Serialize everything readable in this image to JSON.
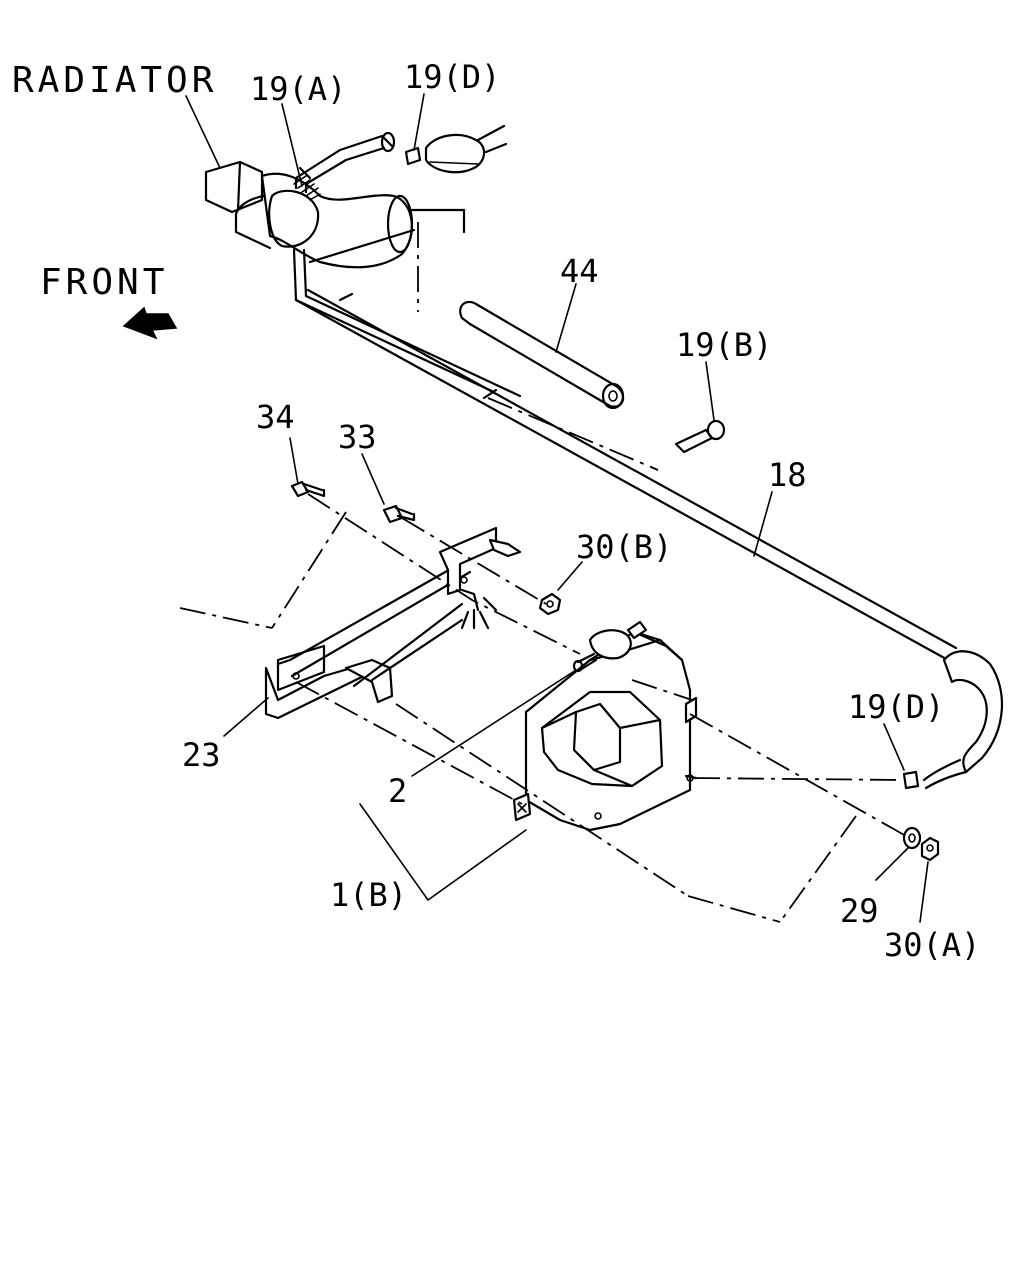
{
  "labels": {
    "radiator": "RADIATOR",
    "front": "FRONT",
    "p19a": "19(A)",
    "p19d_top": "19(D)",
    "p44": "44",
    "p19b": "19(B)",
    "p18": "18",
    "p34": "34",
    "p33": "33",
    "p30b": "30(B)",
    "p19d_bottom": "19(D)",
    "p23": "23",
    "p2": "2",
    "p1b": "1(B)",
    "p29": "29",
    "p30a": "30(A)"
  },
  "icons": {
    "front_arrow": "arrow-icon"
  }
}
